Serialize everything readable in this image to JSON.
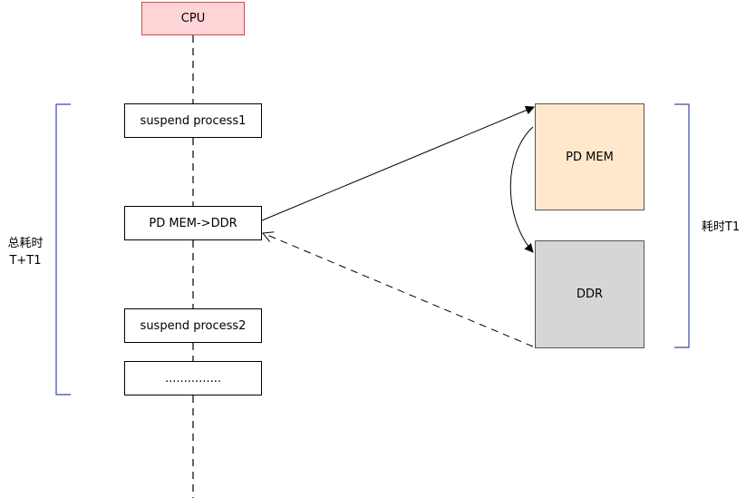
{
  "cpu": {
    "label": "CPU"
  },
  "steps": [
    {
      "label": "suspend process1"
    },
    {
      "label": "PD MEM->DDR"
    },
    {
      "label": "suspend process2"
    },
    {
      "label": "..............."
    }
  ],
  "memory": {
    "pd_mem": "PD MEM",
    "ddr": "DDR"
  },
  "annotations": {
    "total_line1": "总耗时",
    "total_line2": "T+T1",
    "t1": "耗时T1"
  },
  "colors": {
    "cpu_fill": "#ffd4d7",
    "pd_mem_fill": "#ffe8cc",
    "ddr_fill": "#d6d6d6",
    "bracket": "#3b4aa0",
    "lifeline": "#666666"
  }
}
